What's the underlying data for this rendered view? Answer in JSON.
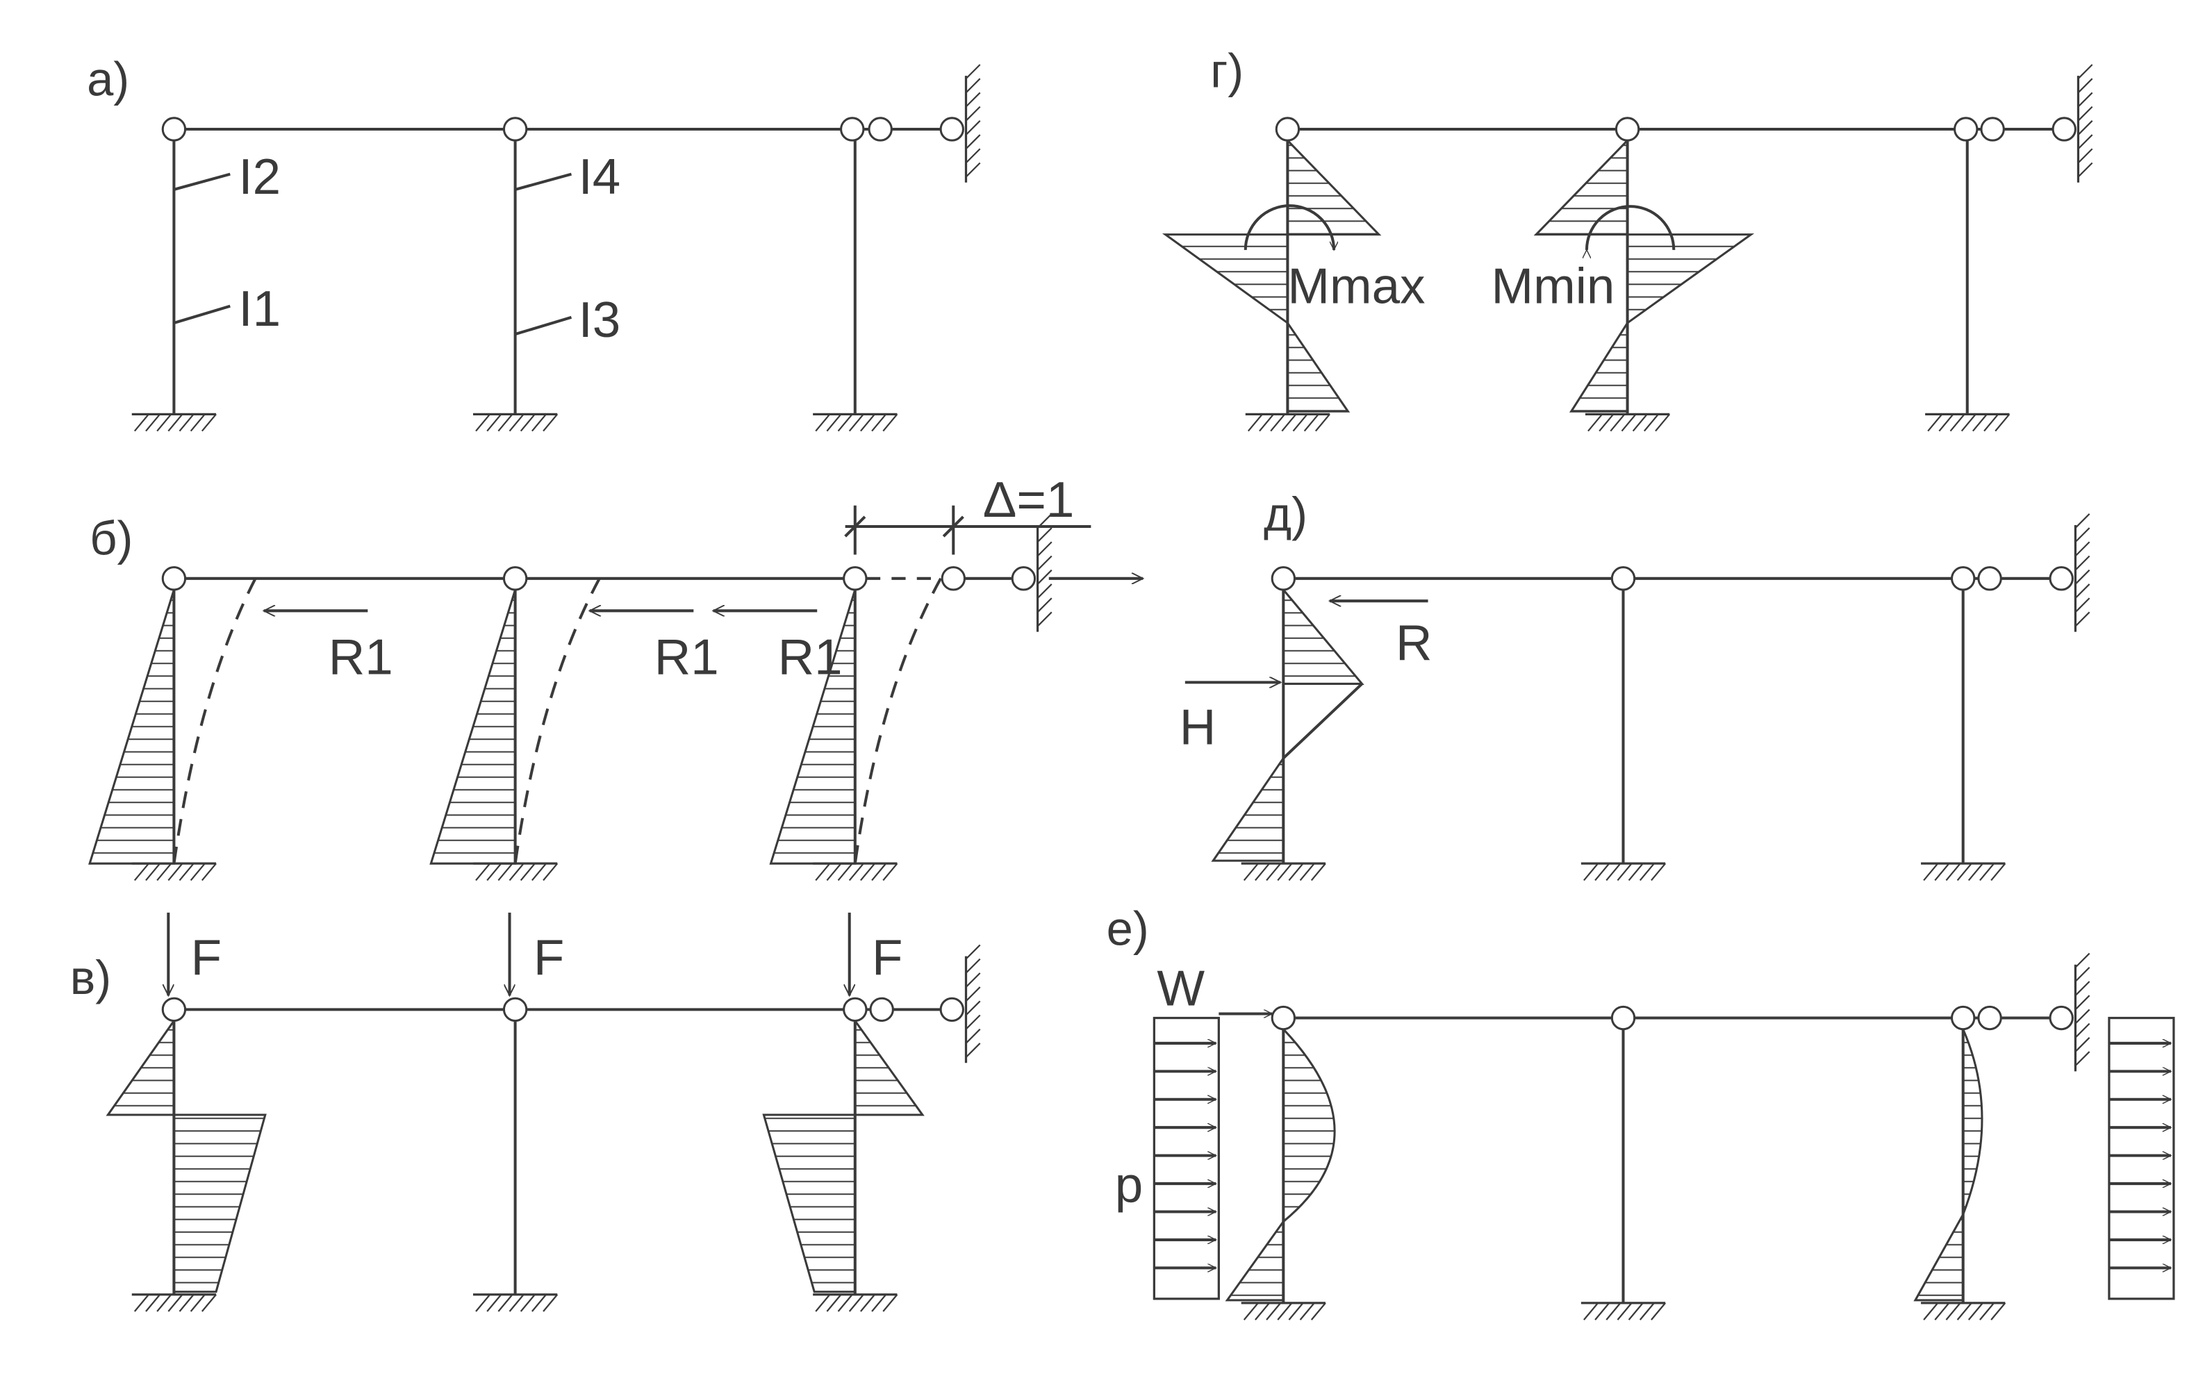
{
  "panels": {
    "a": {
      "label": "а)",
      "member_labels": [
        "I2",
        "I1",
        "I4",
        "I3"
      ]
    },
    "b": {
      "label": "б)",
      "reaction_labels": [
        "R1",
        "R1",
        "R1"
      ],
      "displacement_label": "Δ=1"
    },
    "v": {
      "label": "в)",
      "force_labels": [
        "F",
        "F",
        "F"
      ]
    },
    "g": {
      "label": "г)",
      "moment_labels": [
        "Mmax",
        "Mmin"
      ]
    },
    "d": {
      "label": "д)",
      "reaction_label": "R",
      "force_label": "H"
    },
    "e": {
      "label": "е)",
      "force_label": "W",
      "load_label": "p"
    }
  },
  "colors": {
    "line": "#3a3a3a",
    "background": "#ffffff"
  }
}
